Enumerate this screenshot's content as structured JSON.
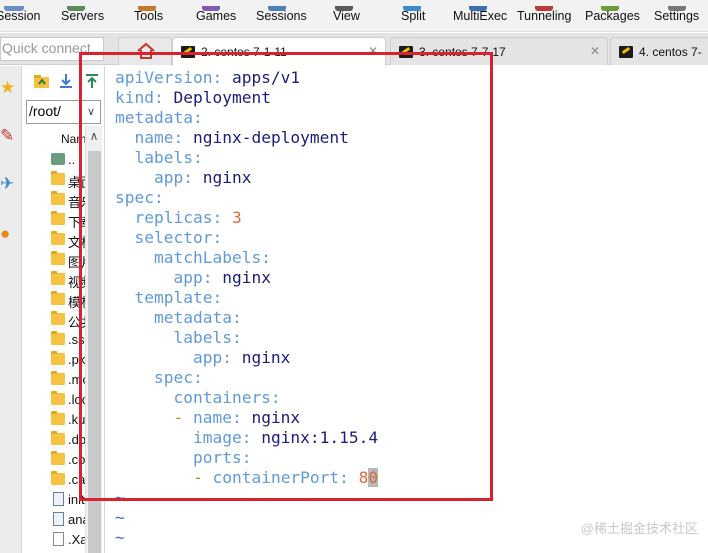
{
  "menubar": {
    "items": [
      "Session",
      "Servers",
      "Tools",
      "Games",
      "Sessions",
      "View",
      "Split",
      "MultiExec",
      "Tunneling",
      "Packages",
      "Settings"
    ]
  },
  "tabbar": {
    "quick_connect_placeholder": "Quick connect...",
    "tabs": [
      {
        "label": "2. centos 7-1-11",
        "active": true
      },
      {
        "label": "3. centos 7-7-17",
        "active": false
      },
      {
        "label": "4. centos 7-",
        "active": false
      }
    ]
  },
  "filebrowser": {
    "path": "/root/",
    "column_header": "Name",
    "entries": [
      {
        "name": "..",
        "type": "up"
      },
      {
        "name": "桌面",
        "type": "folder"
      },
      {
        "name": "音乐",
        "type": "folder"
      },
      {
        "name": "下载",
        "type": "folder"
      },
      {
        "name": "文档",
        "type": "folder"
      },
      {
        "name": "图片",
        "type": "folder"
      },
      {
        "name": "视频",
        "type": "folder"
      },
      {
        "name": "模板",
        "type": "folder"
      },
      {
        "name": "公共",
        "type": "folder"
      },
      {
        "name": ".ssh",
        "type": "folder"
      },
      {
        "name": ".pki",
        "type": "folder"
      },
      {
        "name": ".mozilla",
        "type": "folder"
      },
      {
        "name": ".local",
        "type": "folder"
      },
      {
        "name": ".kube",
        "type": "folder"
      },
      {
        "name": ".dbus",
        "type": "folder"
      },
      {
        "name": ".config",
        "type": "folder"
      },
      {
        "name": ".cache",
        "type": "folder"
      },
      {
        "name": "initial-setup-ks.cfg",
        "type": "script"
      },
      {
        "name": "anaconda-ks.cfg",
        "type": "script"
      },
      {
        "name": ".Xauthority",
        "type": "file"
      }
    ]
  },
  "terminal": {
    "lines": [
      [
        {
          "c": "k",
          "t": "apiVersion:"
        },
        {
          "c": "v",
          "t": " apps/v1"
        }
      ],
      [
        {
          "c": "k",
          "t": "kind:"
        },
        {
          "c": "v",
          "t": " Deployment"
        }
      ],
      [
        {
          "c": "k",
          "t": "metadata:"
        }
      ],
      [
        {
          "c": "k",
          "t": "  name:"
        },
        {
          "c": "v",
          "t": " nginx-deployment"
        }
      ],
      [
        {
          "c": "k",
          "t": "  labels:"
        }
      ],
      [
        {
          "c": "k",
          "t": "    app:"
        },
        {
          "c": "v",
          "t": " nginx"
        }
      ],
      [
        {
          "c": "k",
          "t": "spec:"
        }
      ],
      [
        {
          "c": "k",
          "t": "  replicas:"
        },
        {
          "c": "n",
          "t": " 3"
        }
      ],
      [
        {
          "c": "k",
          "t": "  selector:"
        }
      ],
      [
        {
          "c": "k",
          "t": "    matchLabels:"
        }
      ],
      [
        {
          "c": "k",
          "t": "      app:"
        },
        {
          "c": "v",
          "t": " nginx"
        }
      ],
      [
        {
          "c": "k",
          "t": "  template:"
        }
      ],
      [
        {
          "c": "k",
          "t": "    metadata:"
        }
      ],
      [
        {
          "c": "k",
          "t": "      labels:"
        }
      ],
      [
        {
          "c": "k",
          "t": "        app:"
        },
        {
          "c": "v",
          "t": " nginx"
        }
      ],
      [
        {
          "c": "k",
          "t": "    spec:"
        }
      ],
      [
        {
          "c": "k",
          "t": "      containers:"
        }
      ],
      [
        {
          "c": "d",
          "t": "      - "
        },
        {
          "c": "k",
          "t": "name:"
        },
        {
          "c": "v",
          "t": " nginx"
        }
      ],
      [
        {
          "c": "k",
          "t": "        image:"
        },
        {
          "c": "v",
          "t": " nginx:1.15.4"
        }
      ],
      [
        {
          "c": "k",
          "t": "        ports:"
        }
      ],
      [
        {
          "c": "d",
          "t": "        - "
        },
        {
          "c": "k",
          "t": "containerPort:"
        },
        {
          "c": "n",
          "t": " 8"
        },
        {
          "c": "cursor",
          "t": "0"
        }
      ],
      [
        {
          "c": "t",
          "t": "~"
        }
      ],
      [
        {
          "c": "t",
          "t": "~"
        }
      ],
      [
        {
          "c": "t",
          "t": "~"
        }
      ]
    ]
  },
  "watermark": "@稀土掘金技术社区",
  "colors": {
    "highlight_border": "#d8222f",
    "yaml_key": "#5f9ad8",
    "yaml_value": "#1c1c7a",
    "yaml_number": "#d96a3c"
  }
}
